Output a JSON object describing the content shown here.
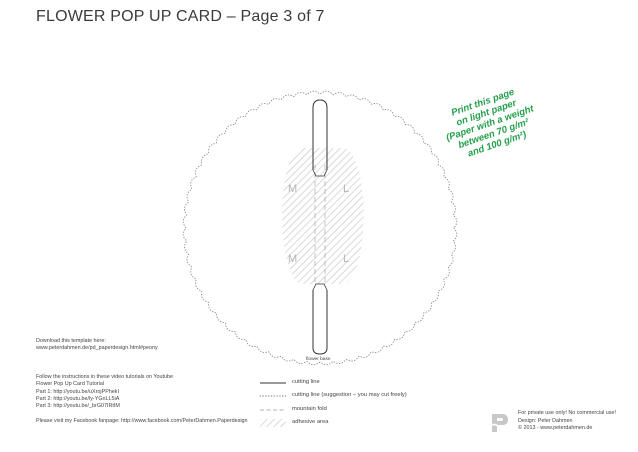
{
  "header": {
    "title": "FLOWER POP UP CARD – Page 3 of 7"
  },
  "print_note": {
    "lines": [
      "Print this page",
      "on light paper",
      "(Paper with a weight",
      "between 70 g/m²",
      "and 100 g/m²)"
    ],
    "color": "#25a04c"
  },
  "cutout_labels": {
    "top_left": "M",
    "top_right": "L",
    "bottom_left": "M",
    "bottom_right": "L"
  },
  "flower_base_label": "flower base",
  "download": {
    "line1": "Download this template here:",
    "line2": "www.peterdahmen.de/pd_paperdesign.html#peony"
  },
  "tutorial": {
    "lines": [
      "Follow the instructions in these video tutorials on Youtube",
      "Flower Pop Up Card Tutorial",
      "Part 1: http://youtu.be/uXrojPPhekI",
      "Part 2: http://youtu.be/ly-YGnLL5iA",
      "Part 3: http://youtu.be/_brG07IRtIM"
    ]
  },
  "facebook": {
    "text": "Please visit my Facebook fanpage: http://www.facebook.com/PeterDahmen.Paperdesign"
  },
  "legend": {
    "cutting_line": "cutting line",
    "cutting_line_suggestion": "cutting line (suggestion – you may cut freely)",
    "mountain_fold": "mountain fold",
    "adhesive_area": "adhesive area"
  },
  "credits": {
    "line1": "For private use only! No commercial use!",
    "line2": "Design: Peter Dahmen",
    "line3": "© 2013 - www.peterdahmen.de"
  },
  "logo": {
    "icon": "peter-dahmen-logo-icon",
    "color": "#c8c8c8"
  }
}
